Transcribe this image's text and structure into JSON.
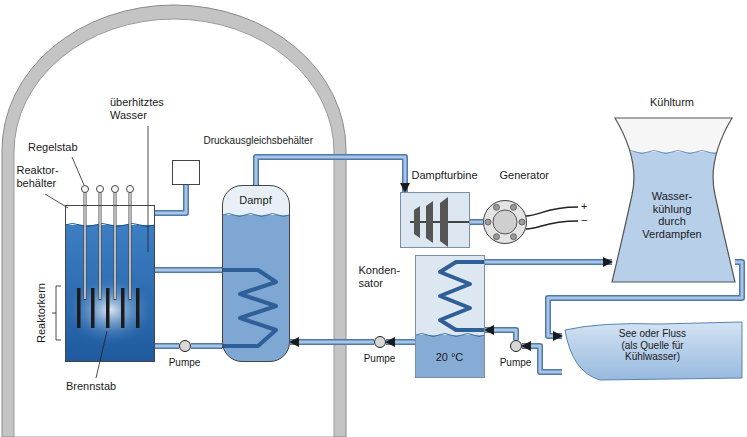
{
  "diagram": {
    "nodes": [
      {
        "text": [
          "Reaktor- behälter"
        ]
      },
      {
        "text": [
          "Dampf"
        ]
      },
      {
        "text": [
          "Druckausgleichsbehälter"
        ]
      },
      {
        "text": [
          "Dampfturbine"
        ]
      },
      {
        "text": [
          "Generator"
        ]
      },
      {
        "text": [
          "Konden- sator",
          "20 °C"
        ]
      },
      {
        "text": [
          "Kühlturm",
          "Wasser- kühlung durch Verdampfen"
        ]
      },
      {
        "text": [
          "See oder Fluss (als Quelle für Kühlwasser)"
        ]
      },
      {
        "text": [
          "Pumpe"
        ]
      },
      {
        "text": [
          "Pumpe"
        ]
      },
      {
        "text": [
          "Pumpe"
        ]
      }
    ],
    "edges": [
      {
        "from": 0,
        "to": 1,
        "arrow": "none"
      },
      {
        "from": 1,
        "to": 8,
        "arrow": "none"
      },
      {
        "from": 8,
        "to": 0,
        "arrow": "none"
      },
      {
        "from": 0,
        "to": 2,
        "arrow": "none"
      },
      {
        "from": 1,
        "to": 3,
        "arrow": "to"
      },
      {
        "from": 3,
        "to": 4,
        "arrow": "none"
      },
      {
        "from": 5,
        "to": 9,
        "arrow": "to"
      },
      {
        "from": 9,
        "to": 1,
        "arrow": "to"
      },
      {
        "from": 5,
        "to": 6,
        "arrow": "to"
      },
      {
        "from": 6,
        "to": 7,
        "arrow": "to"
      },
      {
        "from": 7,
        "to": 10,
        "arrow": "to"
      },
      {
        "from": 10,
        "to": 5,
        "arrow": "to"
      }
    ],
    "labels": [
      "Regelstab",
      "überhitztes Wasser",
      "Reaktorkern",
      "Brennstab",
      "+",
      "−"
    ]
  }
}
